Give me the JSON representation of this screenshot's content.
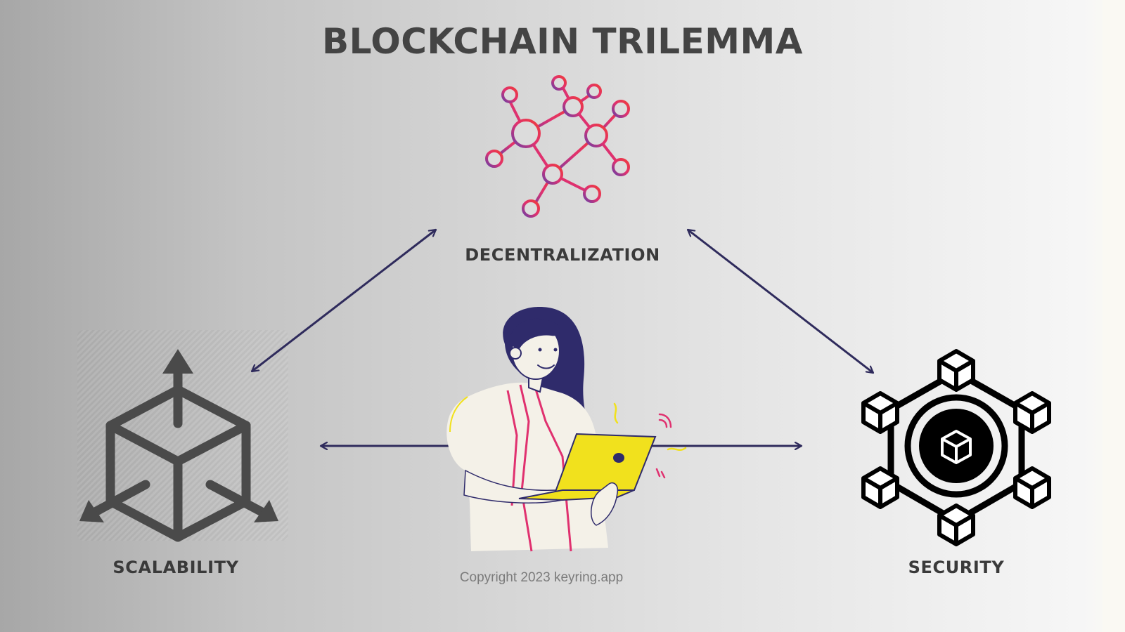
{
  "title": "BLOCKCHAIN TRILEMMA",
  "nodes": {
    "decentralization": {
      "label": "DECENTRALIZATION",
      "icon": "network-nodes-icon"
    },
    "scalability": {
      "label": "SCALABILITY",
      "icon": "cube-arrows-icon"
    },
    "security": {
      "label": "SECURITY",
      "icon": "blockchain-hexagon-icon"
    }
  },
  "illustration": "woman-with-laptop-illustration",
  "copyright": "Copyright 2023 keyring.app",
  "colors": {
    "title": "#444444",
    "label": "#3a3a3a",
    "arrow": "#2f2b5c",
    "network_pink": "#e0316f",
    "network_purple": "#7c3fa0",
    "laptop_yellow": "#f1e11d",
    "hair_navy": "#2f2b6b",
    "icon_dark": "#4a4a4a"
  }
}
